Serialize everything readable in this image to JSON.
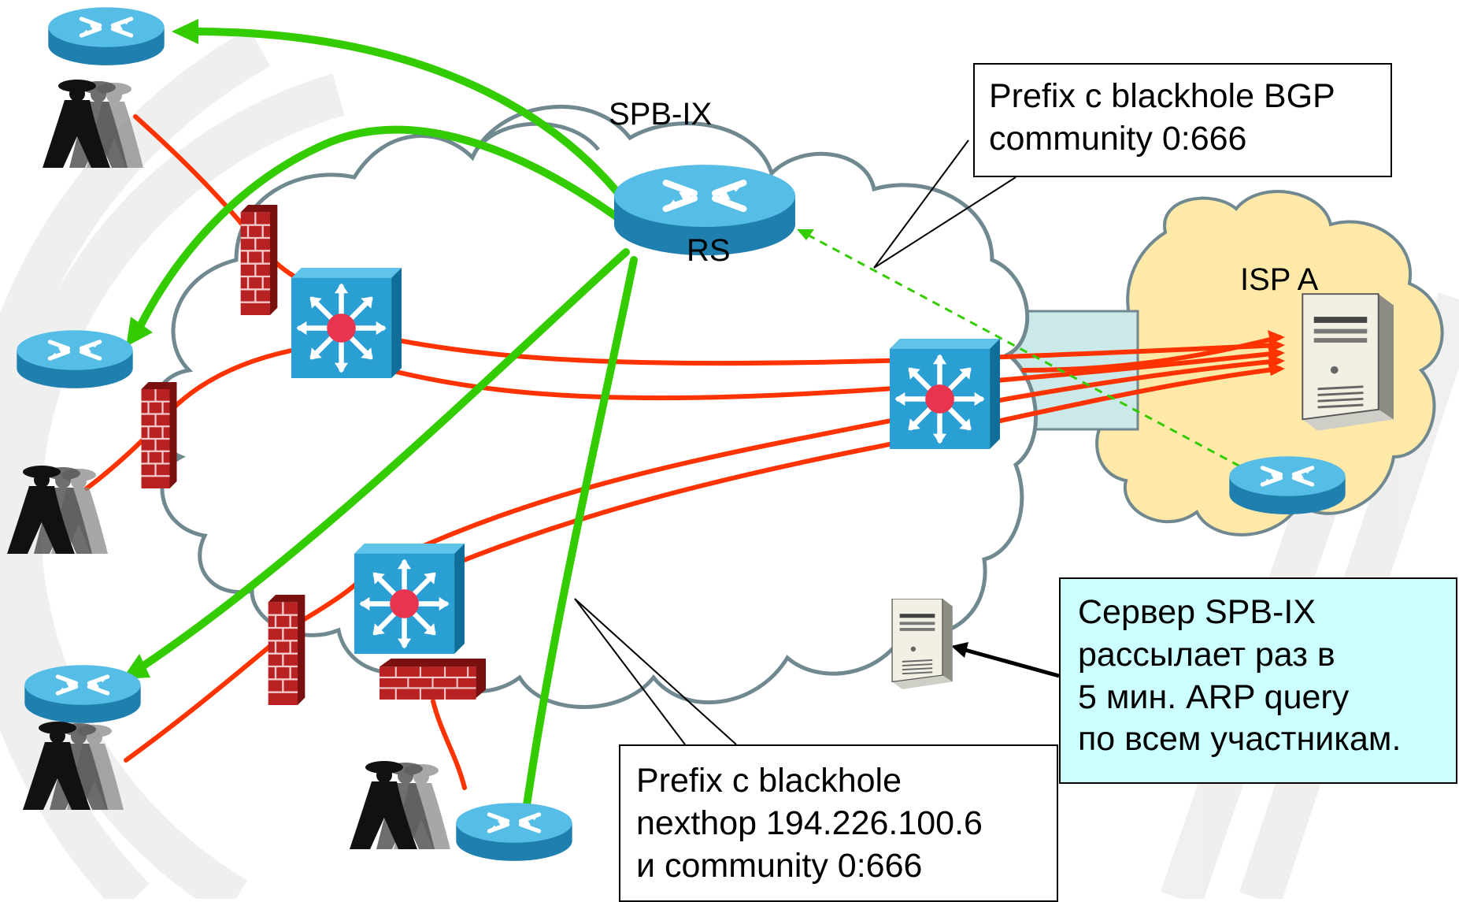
{
  "diagram": {
    "cloud_label": "SPB-IX",
    "route_server_label": "RS",
    "isp_label": "ISP A",
    "callout_community": [
      "Prefix с blackhole BGP",
      "community 0:666"
    ],
    "callout_nexthop": [
      "Prefix с blackhole",
      "nexthop 194.226.100.6",
      "и community 0:666"
    ],
    "callout_arp": [
      "Сервер SPB-IX",
      "рассылает раз в",
      "5 мин. ARP query",
      "по всем участникам."
    ]
  },
  "colors": {
    "attack_traffic": "#ff3300",
    "bgp_announce": "#33cc00",
    "blackhole_announce": "#33cc00",
    "router_blue": "#2b9fcc",
    "switch_blue": "#1f8fc0",
    "firewall_red": "#b22222",
    "isp_cloud": "#ffe9a8",
    "cloud_outline": "#708890",
    "callout_highlight": "#ccffff"
  },
  "icons": [
    "router-icon",
    "multilayer-switch-icon",
    "firewall-icon",
    "server-icon",
    "attacker-icon"
  ]
}
